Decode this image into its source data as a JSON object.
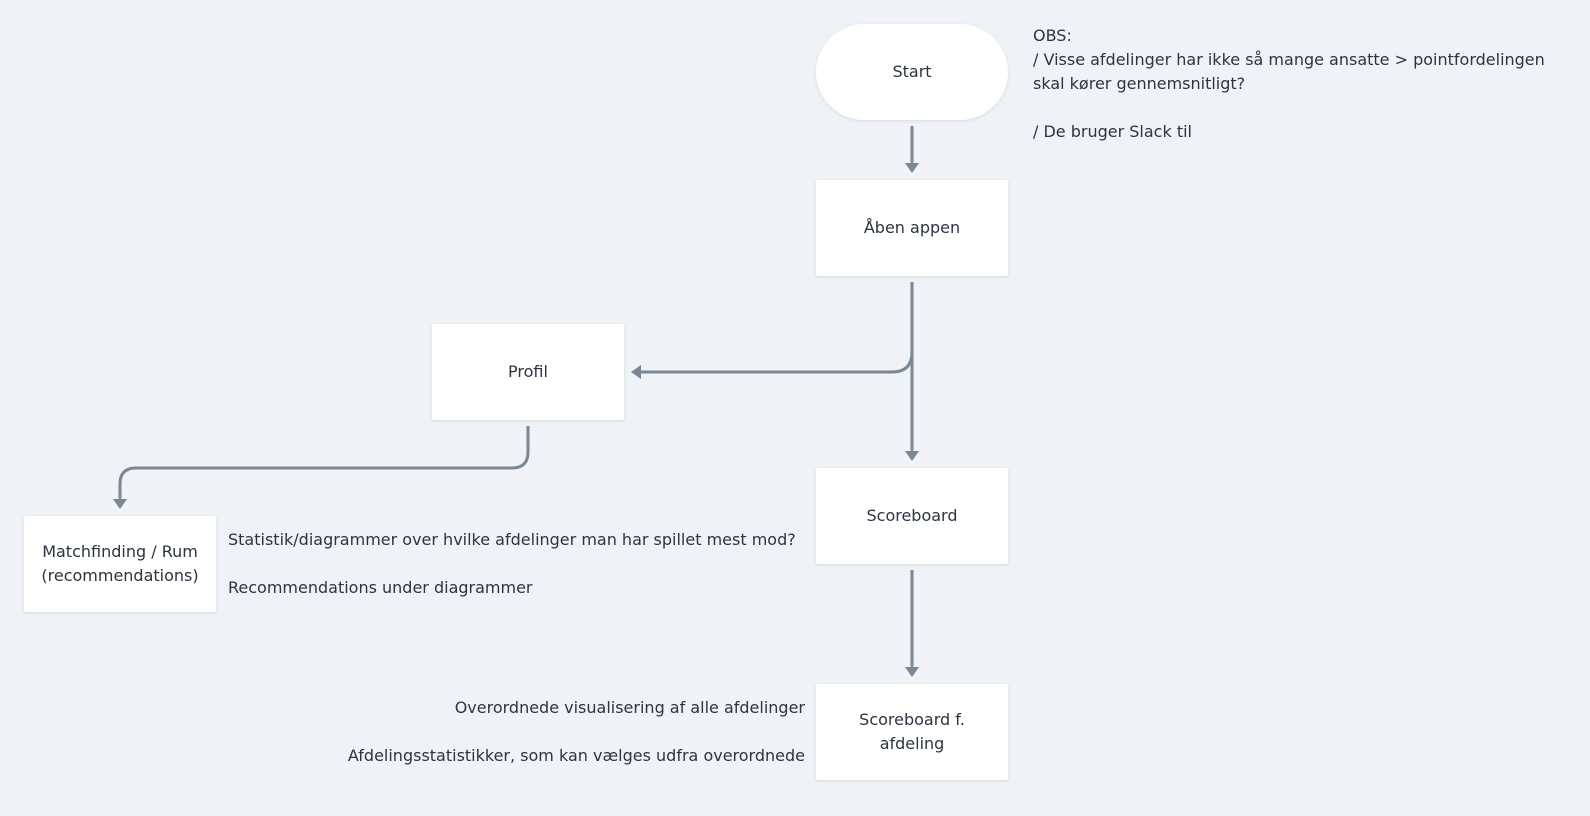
{
  "diagram": {
    "nodes": {
      "start": "Start",
      "open_app": "Åben appen",
      "profile": "Profil",
      "scoreboard": "Scoreboard",
      "matchfinding": "Matchfinding / Rum (recommendations)",
      "scoreboard_department": "Scoreboard f. afdeling"
    },
    "notes": {
      "obs": {
        "heading": "OBS:",
        "line1": "/ Visse afdelinger har ikke så mange ansatte > pointfordelingen skal kører gennemsnitligt?",
        "line2": "/ De bruger Slack til"
      },
      "statistics": {
        "line1": "Statistik/diagrammer over hvilke afdelinger man har spillet mest mod?",
        "line2": "Recommendations under diagrammer"
      },
      "department": {
        "line1": "Overordnede visualisering af alle afdelinger",
        "line2": "Afdelingsstatistikker, som kan vælges udfra overordnede"
      }
    },
    "colors": {
      "background": "#eff3f7",
      "node": "#ffffff",
      "connector": "#7a8794",
      "text": "#2b3440"
    }
  }
}
